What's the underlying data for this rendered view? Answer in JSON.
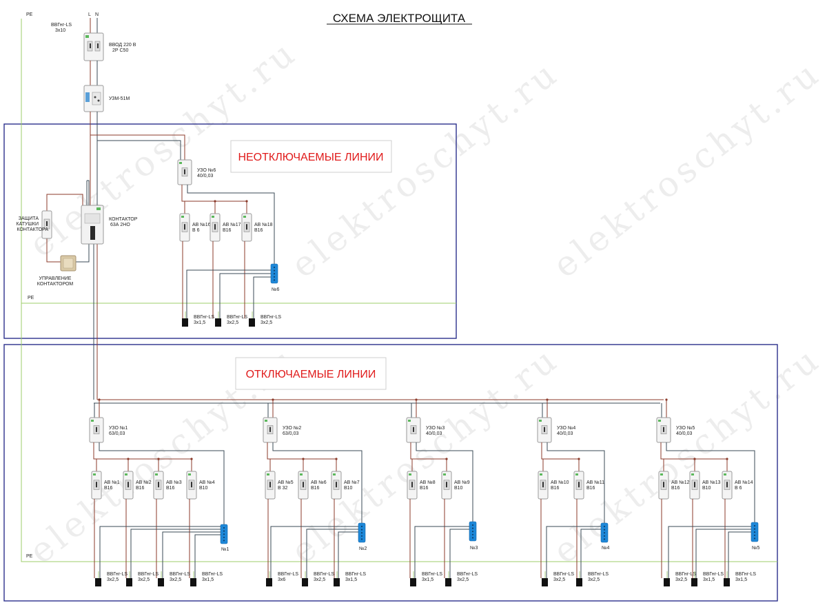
{
  "title": "СХЕМА ЭЛЕКТРОЩИТА",
  "watermark": "elektroschyt.ru",
  "colors": {
    "frame": "#2b2f8c",
    "section_text": "#e01a1a",
    "phase_wire": "#8b3a2a",
    "neutral_wire": "#3a4a55",
    "pe_wire": "#9ccc6a",
    "neutral_bus": "#1e88d8"
  },
  "labels": {
    "pe": "PE",
    "l": "L",
    "n": "N",
    "input_cable": [
      "ВВГнг-LS",
      "3х10"
    ],
    "main_breaker": [
      "ВВОД 220 В",
      "2Р С50"
    ],
    "voltage_relay": "УЗМ-51М",
    "coil_protection": [
      "ЗАЩИТА",
      "КАТУШКИ",
      "КОНТАКТОРА"
    ],
    "contactor": [
      "КОНТАКТОР",
      "63А 2НО"
    ],
    "contactor_control": [
      "УПРАВЛЕНИЕ",
      "КОНТАКТОРОМ"
    ]
  },
  "sections": {
    "permanent": "НЕОТКЛЮЧАЕМЫЕ ЛИНИИ",
    "switchable": "ОТКЛЮЧАЕМЫЕ ЛИНИИ"
  },
  "rcd_groups": [
    {
      "rcd": [
        "УЗО №6",
        "40/0,03"
      ],
      "bus": "№6",
      "breakers": [
        {
          "name": "АВ №16",
          "rating": "В 6"
        },
        {
          "name": "АВ №17",
          "rating": "В16"
        },
        {
          "name": "АВ №18",
          "rating": "В16"
        }
      ],
      "cables": [
        [
          "ВВГнг-LS",
          "3х1,5"
        ],
        [
          "ВВГнг-LS",
          "3х2,5"
        ],
        [
          "ВВГнг-LS",
          "3х2,5"
        ]
      ]
    },
    {
      "rcd": [
        "УЗО №1",
        "63/0,03"
      ],
      "bus": "№1",
      "breakers": [
        {
          "name": "АВ №1",
          "rating": "В16"
        },
        {
          "name": "АВ №2",
          "rating": "В16"
        },
        {
          "name": "АВ №3",
          "rating": "В16"
        },
        {
          "name": "АВ №4",
          "rating": "В10"
        }
      ],
      "cables": [
        [
          "ВВГнг-LS",
          "3х2,5"
        ],
        [
          "ВВГнг-LS",
          "3х2,5"
        ],
        [
          "ВВГнг-LS",
          "3х2,5"
        ],
        [
          "ВВГнг-LS",
          "3х1,5"
        ]
      ]
    },
    {
      "rcd": [
        "УЗО №2",
        "63/0,03"
      ],
      "bus": "№2",
      "breakers": [
        {
          "name": "АВ №5",
          "rating": "В 32"
        },
        {
          "name": "АВ №6",
          "rating": "В16"
        },
        {
          "name": "АВ №7",
          "rating": "В10"
        }
      ],
      "cables": [
        [
          "ВВГнг-LS",
          "3х6"
        ],
        [
          "ВВГнг-LS",
          "3х2,5"
        ],
        [
          "ВВГнг-LS",
          "3х1,5"
        ]
      ]
    },
    {
      "rcd": [
        "УЗО №3",
        "40/0,03"
      ],
      "bus": "№3",
      "breakers": [
        {
          "name": "АВ №8",
          "rating": "В16"
        },
        {
          "name": "АВ №9",
          "rating": "В10"
        }
      ],
      "cables": [
        [
          "ВВГнг-LS",
          "3х1,5"
        ],
        [
          "ВВГнг-LS",
          "3х2,5"
        ]
      ]
    },
    {
      "rcd": [
        "УЗО №4",
        "40/0,03"
      ],
      "bus": "№4",
      "breakers": [
        {
          "name": "АВ №10",
          "rating": "В16"
        },
        {
          "name": "АВ №11",
          "rating": "В16"
        }
      ],
      "cables": [
        [
          "ВВГнг-LS",
          "3х2,5"
        ],
        [
          "ВВГнг-LS",
          "3х2,5"
        ]
      ]
    },
    {
      "rcd": [
        "УЗО №5",
        "40/0,03"
      ],
      "bus": "№5",
      "breakers": [
        {
          "name": "АВ №12",
          "rating": "В16"
        },
        {
          "name": "АВ №13",
          "rating": "В10"
        },
        {
          "name": "АВ №14",
          "rating": "В 6"
        }
      ],
      "cables": [
        [
          "ВВГнг-LS",
          "3х2,5"
        ],
        [
          "ВВГнг-LS",
          "3х1,5"
        ],
        [
          "ВВГнг-LS",
          "3х1,5"
        ]
      ]
    }
  ]
}
